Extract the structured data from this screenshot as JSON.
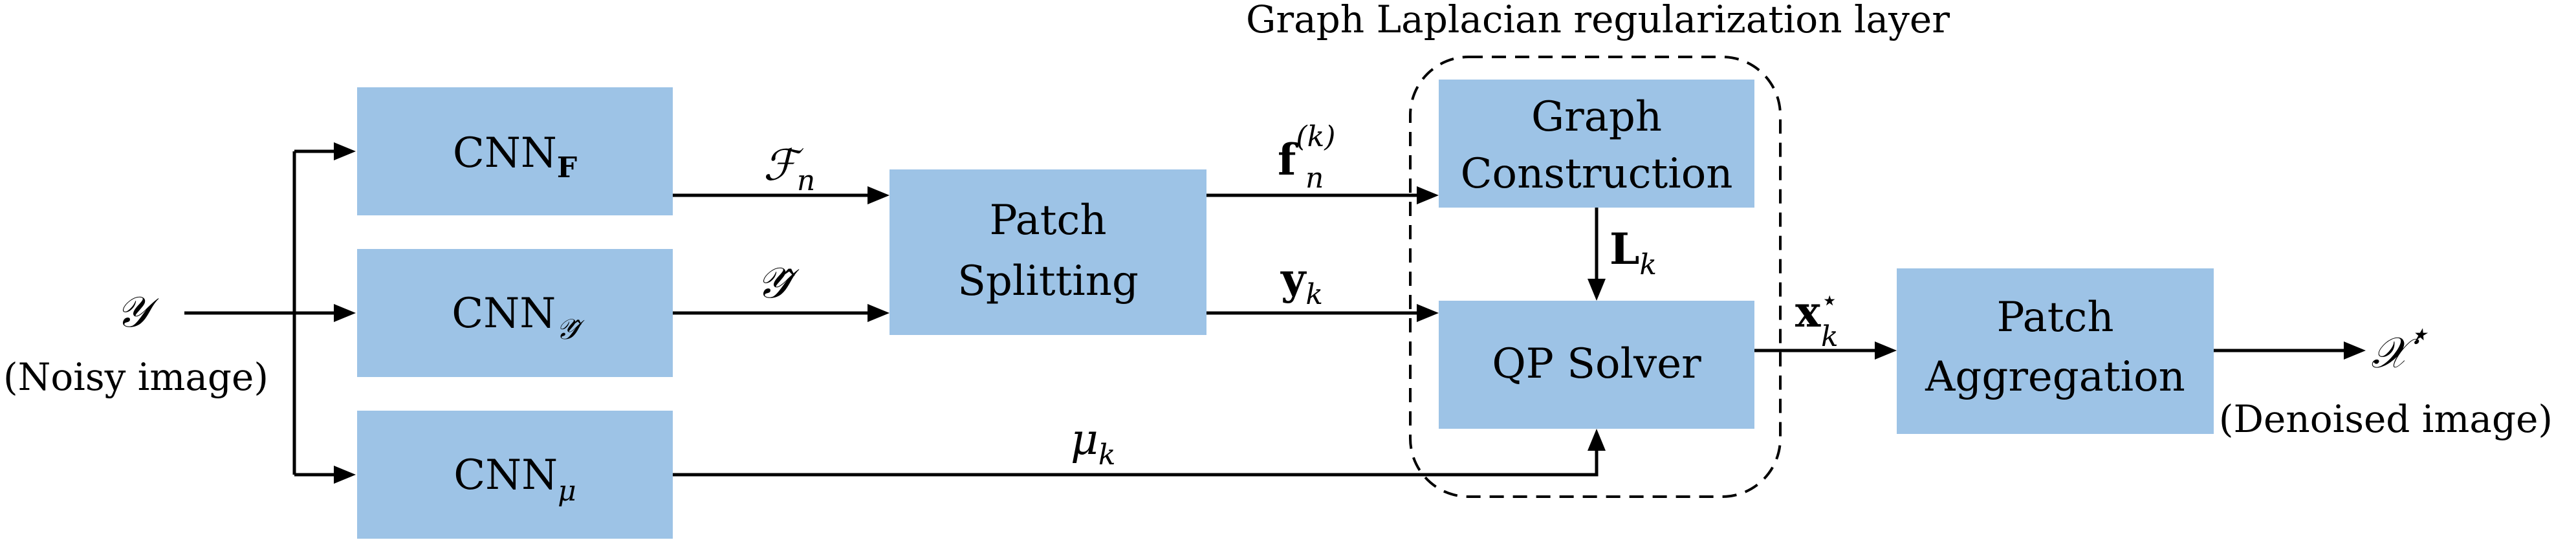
{
  "title": "Graph Laplacian regularization layer",
  "input": {
    "symbol": "𝒴",
    "caption": "(Noisy image)"
  },
  "output": {
    "symbol": "𝒳",
    "superscript": "⋆",
    "caption": "(Denoised image)"
  },
  "cnn_blocks": [
    {
      "base": "CNN",
      "subscript": "F"
    },
    {
      "base": "CNN",
      "subscript": "𝒴̂"
    },
    {
      "base": "CNN",
      "subscript": "μ"
    }
  ],
  "patch_splitting": {
    "line1": "Patch",
    "line2": "Splitting"
  },
  "graph_construction": {
    "line1": "Graph",
    "line2": "Construction"
  },
  "qp_solver": {
    "label": "QP Solver"
  },
  "patch_aggregation": {
    "line1": "Patch",
    "line2": "Aggregation"
  },
  "edge_labels": {
    "features": {
      "base": "ℱ",
      "sub": "n"
    },
    "y_hat": {
      "base": "𝒴̂"
    },
    "f_nk": {
      "base": "f",
      "sub": "n",
      "sup": "(k)"
    },
    "y_k": {
      "base": "y",
      "sub": "k"
    },
    "L_k": {
      "base": "L",
      "sub": "k"
    },
    "mu_k": {
      "base": "μ",
      "sub": "k"
    },
    "x_k": {
      "base": "x",
      "sub": "k",
      "sup": "⋆"
    }
  }
}
